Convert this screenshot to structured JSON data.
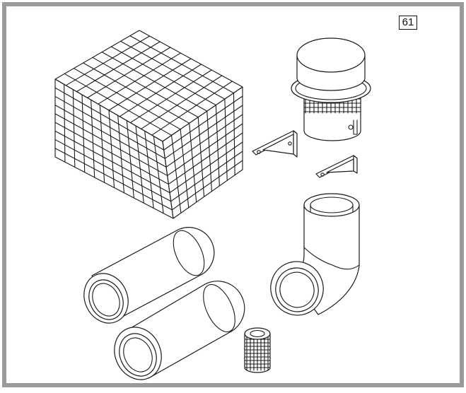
{
  "figure": {
    "number_label": "61"
  },
  "parts": [
    {
      "name": "wire-basket",
      "icon": "wire-basket-icon"
    },
    {
      "name": "mesh-cap-cylinder",
      "icon": "mesh-cap-icon"
    },
    {
      "name": "mounting-bracket",
      "icon": "bracket-icon"
    },
    {
      "name": "mounting-bracket-small",
      "icon": "bracket-icon"
    },
    {
      "name": "elbow-pipe",
      "icon": "elbow-pipe-icon"
    },
    {
      "name": "straight-pipe",
      "icon": "pipe-icon"
    },
    {
      "name": "straight-pipe",
      "icon": "pipe-icon"
    },
    {
      "name": "small-mesh-cylinder",
      "icon": "mesh-cylinder-icon"
    }
  ],
  "colors": {
    "frame_border": "#9a9a9a",
    "line": "#1a1a1a",
    "background": "#ffffff"
  }
}
